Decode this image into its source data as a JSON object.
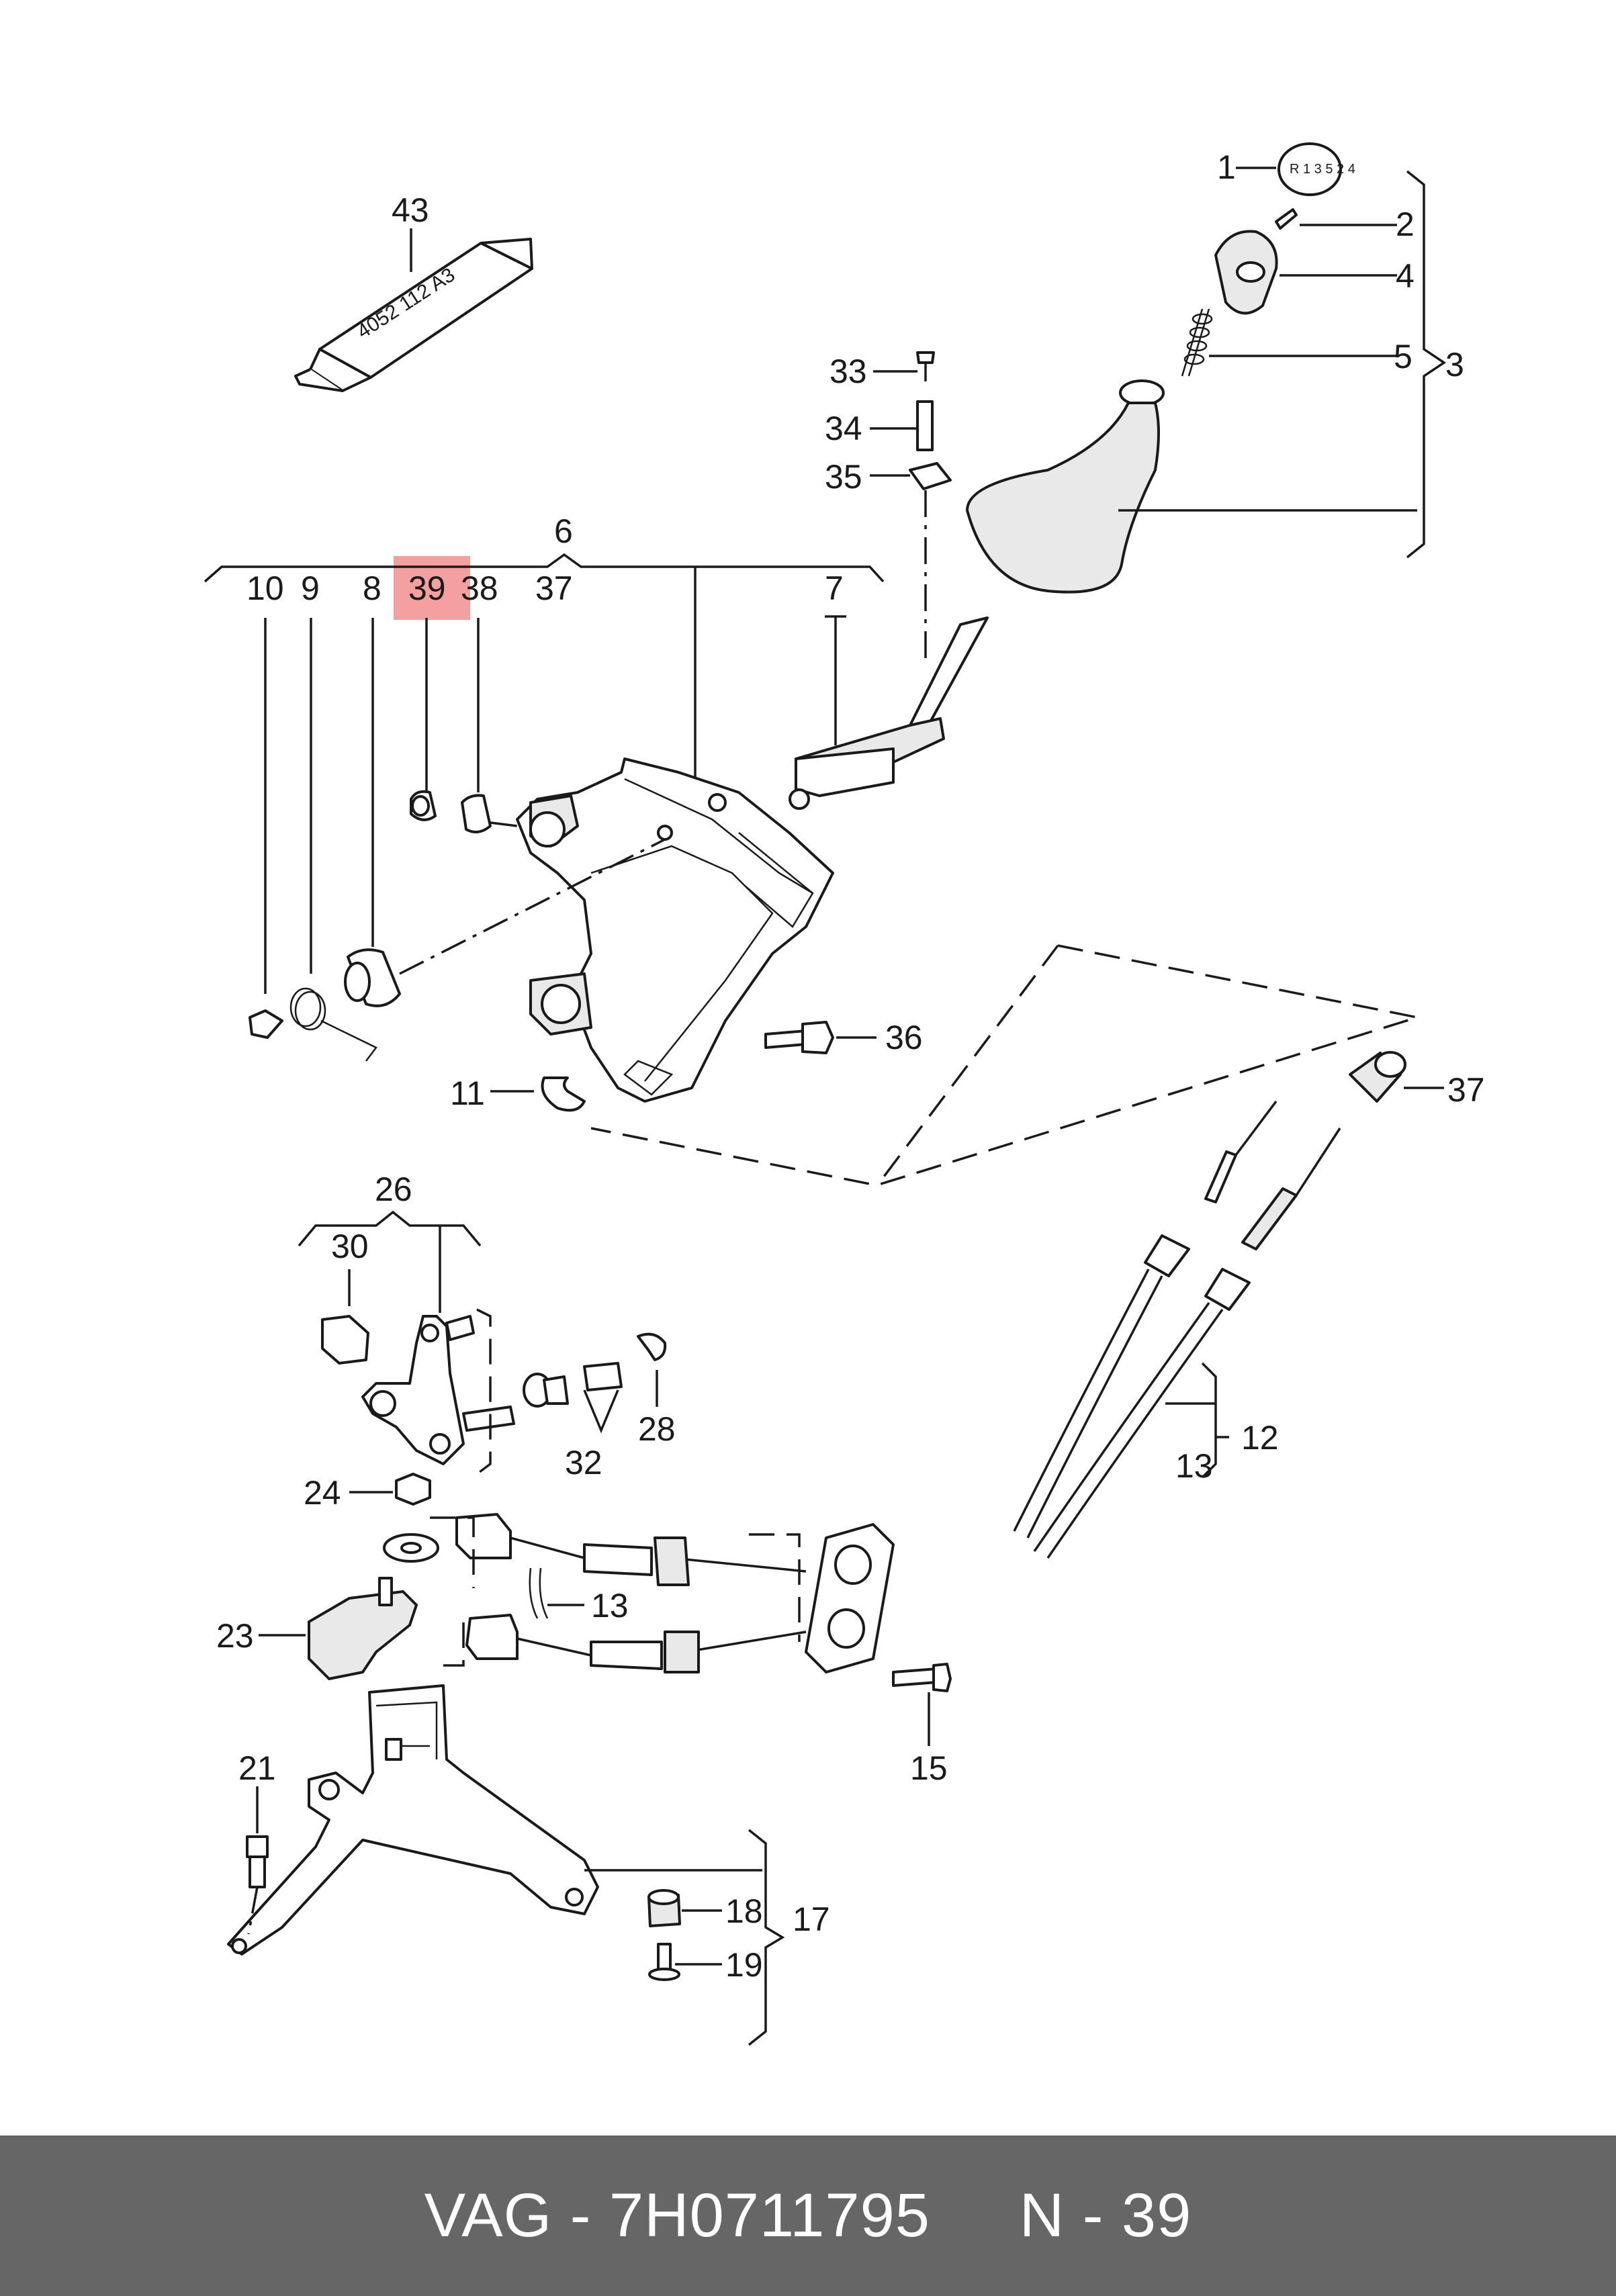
{
  "diagram": {
    "highlight_color": "#f4a0a0",
    "highlighted_label": "39",
    "tube_text": "4052 112 A3",
    "knob_text": "R 1 3 5 2 4",
    "labels": {
      "l1": "1",
      "l2": "2",
      "l3": "3",
      "l4": "4",
      "l5": "5",
      "l6": "6",
      "l7": "7",
      "l8": "8",
      "l9": "9",
      "l10": "10",
      "l11": "11",
      "l12": "12",
      "l13a": "13",
      "l13b": "13",
      "l15": "15",
      "l17": "17",
      "l18": "18",
      "l19": "19",
      "l21": "21",
      "l23": "23",
      "l24": "24",
      "l26": "26",
      "l28": "28",
      "l30": "30",
      "l32": "32",
      "l33": "33",
      "l34": "34",
      "l35": "35",
      "l36": "36",
      "l37a": "37",
      "l37b": "37",
      "l38": "38",
      "l39": "39",
      "l43": "43"
    }
  },
  "footer": {
    "text": "VAG - 7H0711795     N - 39",
    "background": "#666666"
  }
}
